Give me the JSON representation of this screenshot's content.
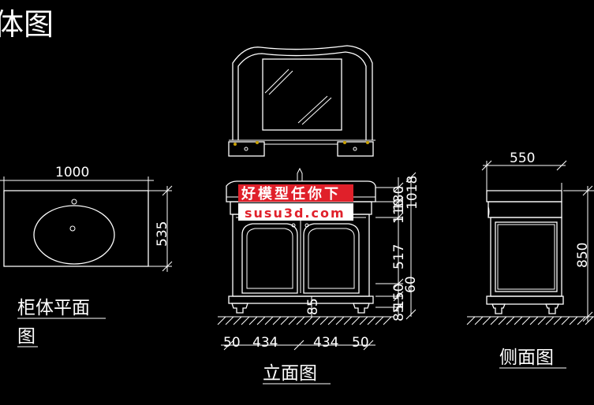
{
  "title_partial": "体图",
  "plan": {
    "label_line1": "柜体平面",
    "label_line2": "图",
    "width": "1000",
    "depth": "535"
  },
  "front": {
    "label": "立面图",
    "dims_vertical": [
      "1018",
      "130",
      "110",
      "517",
      "60",
      "150",
      "85"
    ],
    "height_foot": "85",
    "dims_bottom": [
      "50",
      "434",
      "434",
      "50"
    ]
  },
  "side": {
    "label": "侧面图",
    "width": "550",
    "height": "850"
  },
  "watermark": {
    "line1": "好模型任你下",
    "line2": "susu3d.com",
    "bg_color": "#e0202a",
    "text_color": "#ffffff",
    "text2_color": "#e0202a"
  },
  "colors": {
    "background": "#000000",
    "line": "#ffffff",
    "accent": "#c8a000"
  }
}
